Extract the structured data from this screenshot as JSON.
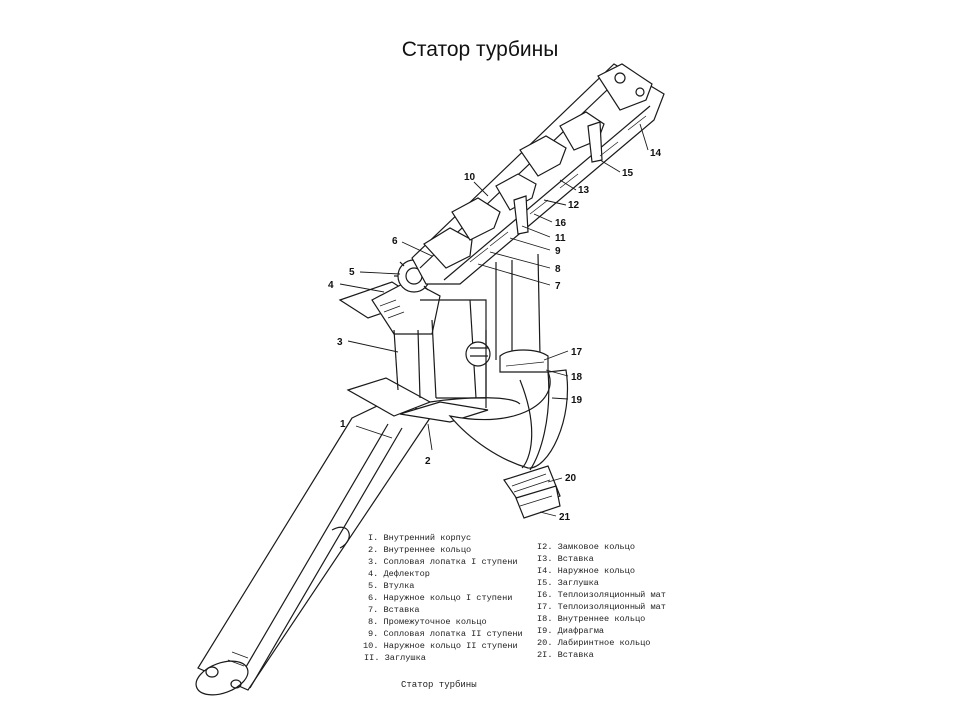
{
  "title": "Статор турбины",
  "callouts": [
    {
      "id": "c1",
      "text": "1"
    },
    {
      "id": "c2",
      "text": "2"
    },
    {
      "id": "c3",
      "text": "3"
    },
    {
      "id": "c4",
      "text": "4"
    },
    {
      "id": "c5",
      "text": "5"
    },
    {
      "id": "c6",
      "text": "6"
    },
    {
      "id": "c7",
      "text": "7"
    },
    {
      "id": "c8",
      "text": "8"
    },
    {
      "id": "c9",
      "text": "9"
    },
    {
      "id": "c10",
      "text": "10"
    },
    {
      "id": "c11",
      "text": "11"
    },
    {
      "id": "c12",
      "text": "12"
    },
    {
      "id": "c13",
      "text": "13"
    },
    {
      "id": "c14",
      "text": "14"
    },
    {
      "id": "c15",
      "text": "15"
    },
    {
      "id": "c16",
      "text": "16"
    },
    {
      "id": "c17",
      "text": "17"
    },
    {
      "id": "c18",
      "text": "18"
    },
    {
      "id": "c19",
      "text": "19"
    },
    {
      "id": "c20",
      "text": "20"
    },
    {
      "id": "c21",
      "text": "21"
    }
  ],
  "legend": {
    "left": [
      "I. Внутренний корпус",
      "2. Внутреннее кольцо",
      "3. Сопловая лопатка I ступени",
      "4. Дефлектор",
      "5. Втулка",
      "6. Наружное кольцо I ступени",
      "7. Вставка",
      "8. Промежуточное кольцо",
      "9. Сопловая лопатка II ступени",
      "10. Наружное кольцо II ступени",
      "II. Заглушка"
    ],
    "right": [
      "I2. Замковое кольцо",
      "I3. Вставка",
      "I4. Наружное кольцо",
      "I5. Заглушка",
      "I6. Теплоизоляционный мат",
      "I7. Теплоизоляционный мат",
      "I8. Внутреннее кольцо",
      "I9. Диафрагма",
      "20. Лабиринтное кольцо",
      "2I. Вставка"
    ]
  },
  "caption": "Статор турбины"
}
